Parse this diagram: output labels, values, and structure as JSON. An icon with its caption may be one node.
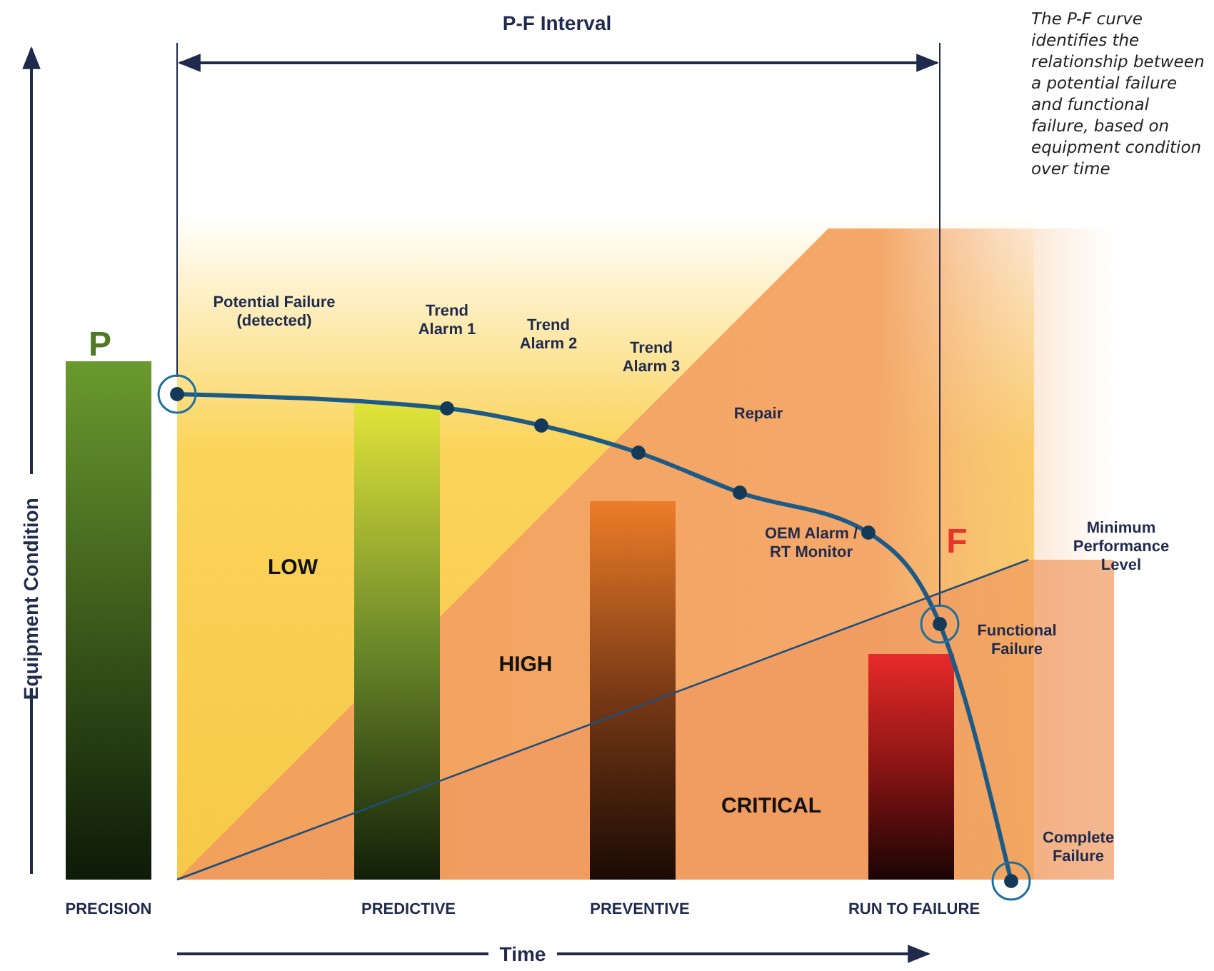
{
  "diagram": {
    "caption": "The P-F curve identifies the relationship between a potential failure and functional failure, based on equipment condition over time",
    "labels": [
      "P-F Interval",
      "P",
      "Potential Failure (detected)",
      "Trend Alarm 1",
      "Trend Alarm 2",
      "Trend Alarm 3",
      "Repair",
      "OEM Alarm / RT Monitor",
      "Minimum Performance Level",
      "F",
      "LOW",
      "Functional Failure",
      "Equipment Condition",
      "HIGH",
      "CRITICAL",
      "Complete Failure",
      "PRECISION",
      "PREDICTIVE",
      "PREVENTIVE",
      "RUN TO FAILURE",
      "Time"
    ]
  }
}
